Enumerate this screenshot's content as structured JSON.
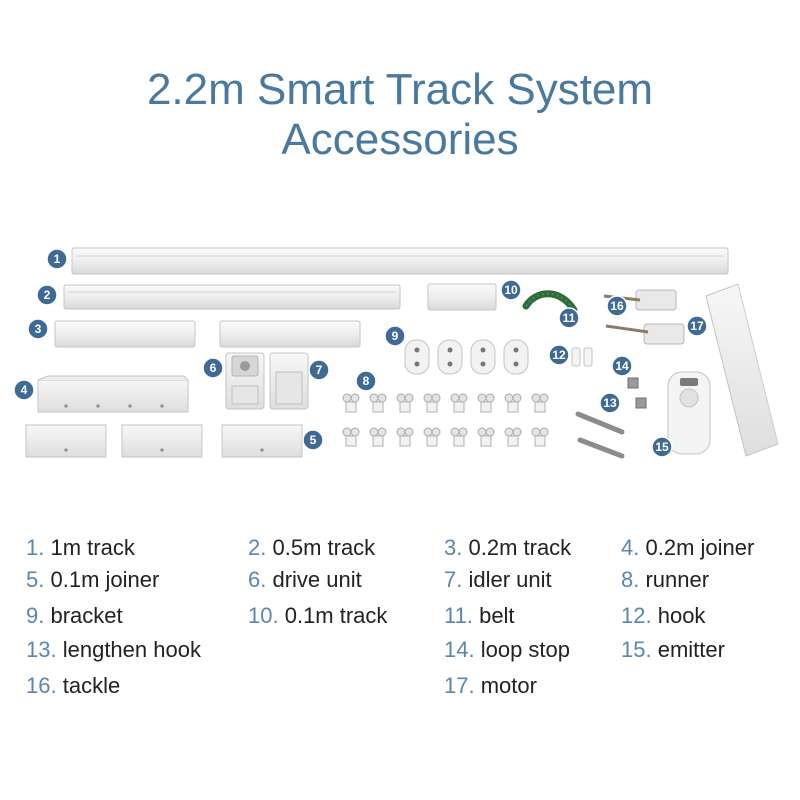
{
  "title": {
    "line1": "2.2m Smart Track System",
    "line2": "Accessories"
  },
  "colors": {
    "title": "#4a79a0",
    "badge": "#3f6a93",
    "number": "#5b86ad",
    "part_fill": "#f3f3f3",
    "part_stroke": "#c8c8c8",
    "belt": "#2e6b3a"
  },
  "badges": [
    "1",
    "2",
    "3",
    "4",
    "5",
    "6",
    "7",
    "8",
    "9",
    "10",
    "11",
    "12",
    "13",
    "14",
    "15",
    "16",
    "17"
  ],
  "legend": [
    {
      "num": "1.",
      "label": "1m track"
    },
    {
      "num": "2.",
      "label": "0.5m track"
    },
    {
      "num": "3.",
      "label": "0.2m track"
    },
    {
      "num": "4.",
      "label": "0.2m joiner"
    },
    {
      "num": "5.",
      "label": "0.1m joiner"
    },
    {
      "num": "6.",
      "label": "drive unit"
    },
    {
      "num": "7.",
      "label": "idler unit"
    },
    {
      "num": "8.",
      "label": "runner"
    },
    {
      "num": "9.",
      "label": "bracket"
    },
    {
      "num": "10.",
      "label": "0.1m track"
    },
    {
      "num": "11.",
      "label": "belt"
    },
    {
      "num": "12.",
      "label": "hook"
    },
    {
      "num": "13.",
      "label": "lengthen hook"
    },
    {
      "num": "14.",
      "label": "loop stop"
    },
    {
      "num": "15.",
      "label": "emitter"
    },
    {
      "num": "16.",
      "label": "tackle"
    },
    {
      "num": "17.",
      "label": "motor"
    }
  ]
}
